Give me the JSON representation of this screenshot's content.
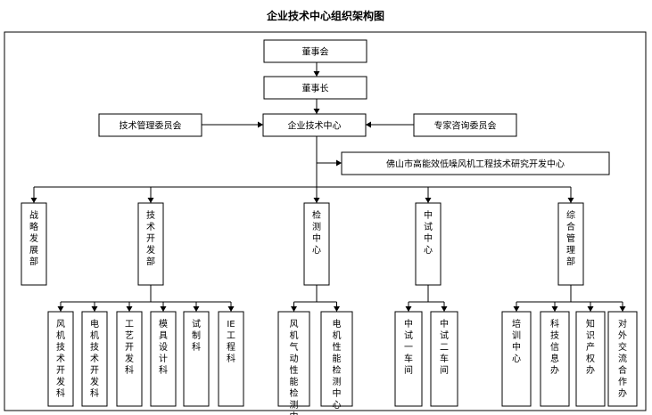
{
  "title": "企业技术中心组织架构图",
  "top_nodes": {
    "board": "董事会",
    "chairman": "董事长",
    "center": "企业技术中心",
    "tech_committee": "技术管理委员会",
    "expert_committee": "专家咨询委员会",
    "research_center": "佛山市高能效低噪风机工程技术研究开发中心"
  },
  "departments": [
    {
      "id": "strategy",
      "label": "战略发展部",
      "units": []
    },
    {
      "id": "tech-dev",
      "label": "技术开发部",
      "units": [
        "风机技术开发科",
        "电机技术开发科",
        "工艺开发科",
        "模具设计科",
        "试制科",
        "IE工程科"
      ]
    },
    {
      "id": "testing",
      "label": "检测中心",
      "units": [
        "风机气动性能检测中心",
        "电机性能检测中心"
      ]
    },
    {
      "id": "pilot",
      "label": "中试中心",
      "units": [
        "中试一车间",
        "中试二车间"
      ]
    },
    {
      "id": "admin",
      "label": "综合管理部",
      "units": [
        "培训中心",
        "科技信息办",
        "知识产权办",
        "对外交流合作办"
      ]
    }
  ]
}
